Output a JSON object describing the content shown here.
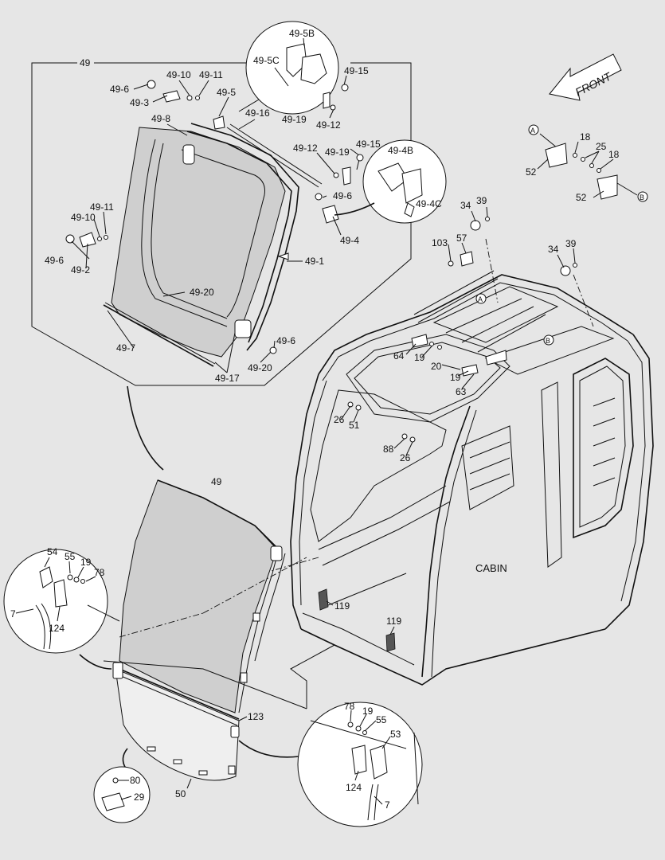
{
  "labels": {
    "l49_top": "49",
    "l49_5B": "49-5B",
    "l49_5C": "49-5C",
    "l49_15a": "49-15",
    "l49_19a": "49-19",
    "l49_12a": "49-12",
    "l49_6a": "49-6",
    "l49_10a": "49-10",
    "l49_11a": "49-11",
    "l49_3": "49-3",
    "l49_5": "49-5",
    "l49_8": "49-8",
    "l49_16": "49-16",
    "l49_12b": "49-12",
    "l49_19b": "49-19",
    "l49_15b": "49-15",
    "l49_4B": "49-4B",
    "l49_6b": "49-6",
    "l49_4C": "49-4C",
    "l49_11b": "49-11",
    "l49_10b": "49-10",
    "l49_4": "49-4",
    "l49_6c": "49-6",
    "l49_2": "49-2",
    "l49_1": "49-1",
    "l49_20a": "49-20",
    "l49_7": "49-7",
    "l49_17": "49-17",
    "l49_20b": "49-20",
    "l49_6d": "49-6",
    "front": "FRONT",
    "lA1": "A",
    "l18a": "18",
    "l25": "25",
    "l18b": "18",
    "l52a": "52",
    "l52b": "52",
    "lB1": "B",
    "l34a": "34",
    "l39a": "39",
    "l57": "57",
    "l103": "103",
    "l34b": "34",
    "l39b": "39",
    "lA2": "A",
    "lB2": "B",
    "l64": "64",
    "l19a": "19",
    "l20": "20",
    "l19b": "19",
    "l63": "63",
    "l26a": "26",
    "l51": "51",
    "l88": "88",
    "l26b": "26",
    "l49_mid": "49",
    "cabin": "CABIN",
    "l54": "54",
    "l55a": "55",
    "l19c": "19",
    "l78a": "78",
    "l7a": "7",
    "l124a": "124",
    "l119a": "119",
    "l119b": "119",
    "l123": "123",
    "l78b": "78",
    "l19d": "19",
    "l55b": "55",
    "l53": "53",
    "l50": "50",
    "l80": "80",
    "l29": "29",
    "l124b": "124",
    "l7b": "7"
  }
}
